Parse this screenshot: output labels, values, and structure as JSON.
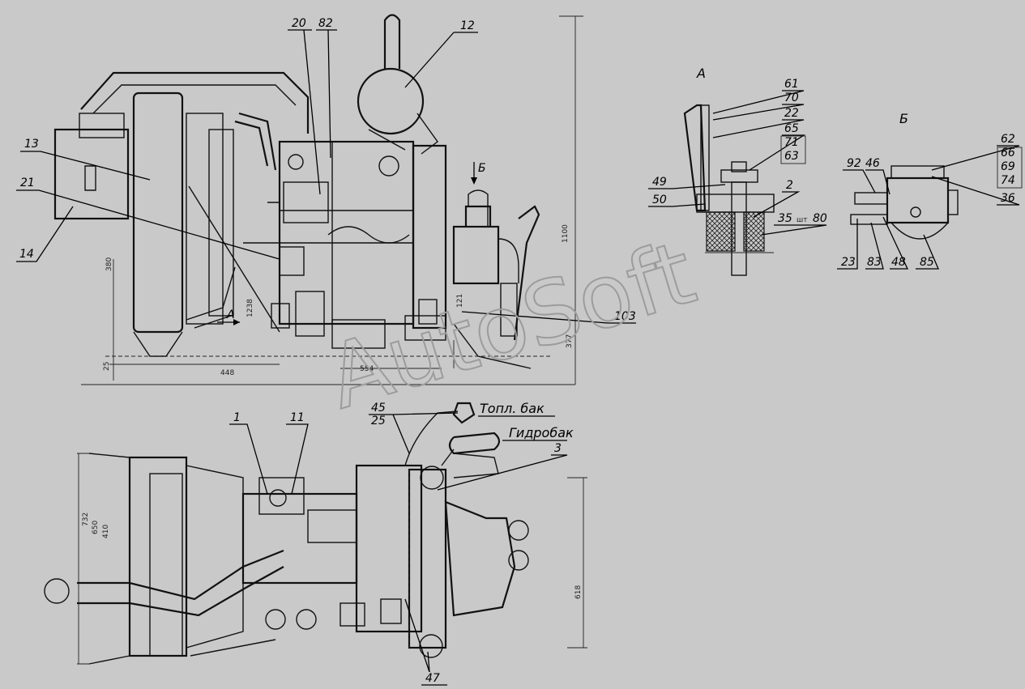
{
  "callouts": {
    "n1": "1",
    "n2": "2",
    "n3": "3",
    "n11": "11",
    "n12": "12",
    "n13": "13",
    "n14": "14",
    "n20": "20",
    "n21": "21",
    "n22": "22",
    "n23": "23",
    "n25": "25",
    "n35": "35",
    "n36": "36",
    "n45": "45",
    "n46": "46",
    "n47": "47",
    "n48": "48",
    "n49": "49",
    "n50": "50",
    "n61": "61",
    "n62": "62",
    "n63": "63",
    "n65": "65",
    "n66": "66",
    "n69": "69",
    "n70": "70",
    "n71": "71",
    "n74": "74",
    "n80": "80",
    "n82": "82",
    "n83": "83",
    "n85": "85",
    "n92": "92",
    "n103": "103"
  },
  "views": {
    "view_a": "А",
    "view_b": "Б",
    "arrow_a": "А",
    "arrow_b": "Б"
  },
  "text_labels": {
    "fuel_tank": "Топл. бак",
    "hydro_tank": "Гидробак",
    "pcs_sep": "шт"
  },
  "dimensions": {
    "d1100": "1100",
    "d380": "380",
    "d448": "448",
    "d554": "554",
    "d25": "25",
    "d377": "377",
    "d121": "121",
    "d1238": "1238",
    "d732": "732",
    "d650": "650",
    "d410": "410",
    "d618": "618"
  },
  "watermark": "AutoSoft",
  "colors": {
    "paper": "#c9c9c9",
    "ink": "#111111",
    "watermark": "#9c9c9c"
  }
}
